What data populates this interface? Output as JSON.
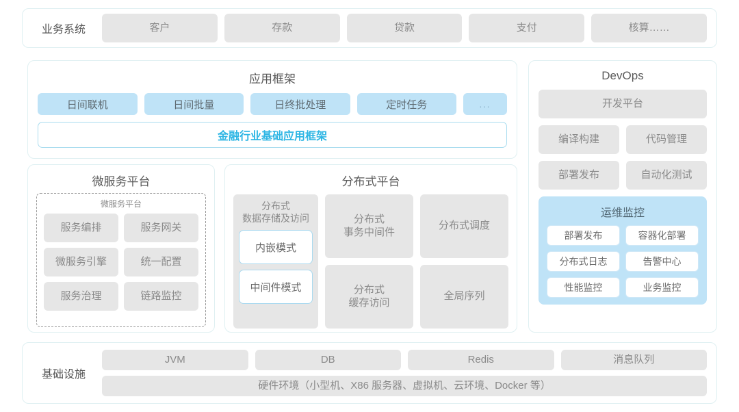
{
  "business_system": {
    "label": "业务系统",
    "items": [
      "客户",
      "存款",
      "贷款",
      "支付",
      "核算……"
    ]
  },
  "app_framework": {
    "title": "应用框架",
    "chips": [
      "日间联机",
      "日间批量",
      "日终批处理",
      "定时任务",
      "..."
    ],
    "base_bar": "金融行业基础应用框架"
  },
  "microservice_platform": {
    "title": "微服务平台",
    "inner_title": "微服务平台",
    "items": [
      "服务编排",
      "服务网关",
      "微服务引擎",
      "统一配置",
      "服务治理",
      "链路监控"
    ]
  },
  "distributed_platform": {
    "title": "分布式平台",
    "storage": {
      "title": "分布式\n数据存储及访问",
      "title_line1": "分布式",
      "title_line2": "数据存储及访问",
      "modes": [
        "内嵌模式",
        "中间件模式"
      ]
    },
    "cells": [
      {
        "line1": "分布式",
        "line2": "事务中间件"
      },
      {
        "line1": "分布式调度",
        "line2": ""
      },
      {
        "line1": "分布式",
        "line2": "缓存访问"
      },
      {
        "line1": "全局序列",
        "line2": ""
      }
    ]
  },
  "devops": {
    "title": "DevOps",
    "platform": "开发平台",
    "items": [
      "编译构建",
      "代码管理",
      "部署发布",
      "自动化测试"
    ],
    "ops_monitor": {
      "title": "运维监控",
      "items": [
        "部署发布",
        "容器化部署",
        "分布式日志",
        "告警中心",
        "性能监控",
        "业务监控"
      ]
    }
  },
  "infrastructure": {
    "label": "基础设施",
    "items": [
      "JVM",
      "DB",
      "Redis",
      "消息队列"
    ],
    "hardware": "硬件环境（小型机、X86 服务器、虚拟机、云环境、Docker 等）"
  },
  "colors": {
    "card_border": "#dff0f2",
    "chip_gray": "#e6e6e6",
    "chip_blue": "#bfe3f7",
    "accent_blue": "#2eb6e4",
    "text_gray": "#8a8a8a"
  }
}
